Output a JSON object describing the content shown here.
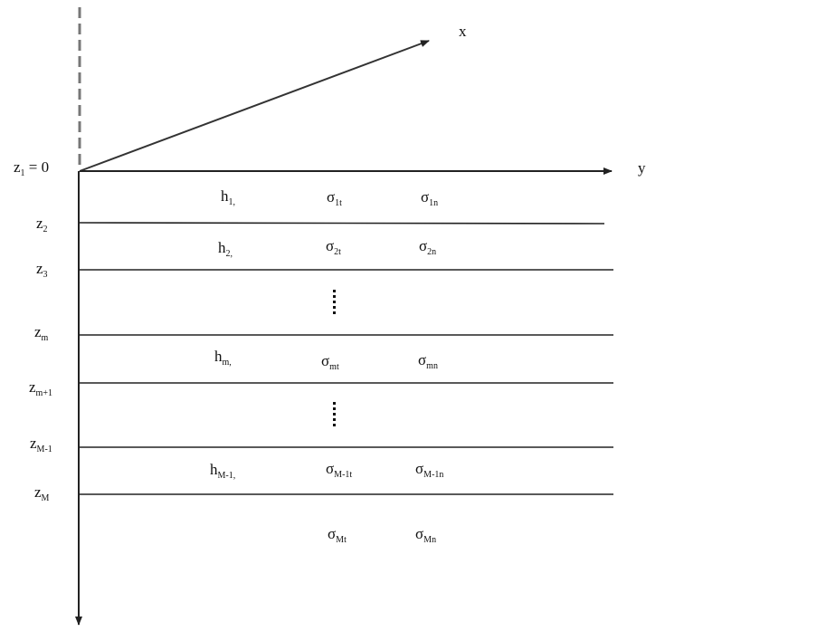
{
  "axes": {
    "x_label": "x",
    "y_label": "y"
  },
  "depth_labels": {
    "z1": {
      "base": "z",
      "sub": "1",
      "suffix": " = 0"
    },
    "z2": {
      "base": "z",
      "sub": "2"
    },
    "z3": {
      "base": "z",
      "sub": "3"
    },
    "zm": {
      "base": "z",
      "sub": "m"
    },
    "zm1": {
      "base": "z",
      "sub": "m+1"
    },
    "zM1": {
      "base": "z",
      "sub": "M-1"
    },
    "zM": {
      "base": "z",
      "sub": "M"
    }
  },
  "layers": [
    {
      "h": {
        "base": "h",
        "sub": "1,"
      },
      "st": {
        "base": "σ",
        "sub": "1t"
      },
      "sn": {
        "base": "σ",
        "sub": "1n"
      }
    },
    {
      "h": {
        "base": "h",
        "sub": "2,"
      },
      "st": {
        "base": "σ",
        "sub": "2t"
      },
      "sn": {
        "base": "σ",
        "sub": "2n"
      }
    },
    {
      "h": {
        "base": "h",
        "sub": "m,"
      },
      "st": {
        "base": "σ",
        "sub": "mt"
      },
      "sn": {
        "base": "σ",
        "sub": "mn"
      }
    },
    {
      "h": {
        "base": "h",
        "sub": "M-1,"
      },
      "st": {
        "base": "σ",
        "sub": "M-1t"
      },
      "sn": {
        "base": "σ",
        "sub": "M-1n"
      }
    }
  ],
  "halfspace": {
    "st": {
      "base": "σ",
      "sub": "Mt"
    },
    "sn": {
      "base": "σ",
      "sub": "Mn"
    }
  }
}
